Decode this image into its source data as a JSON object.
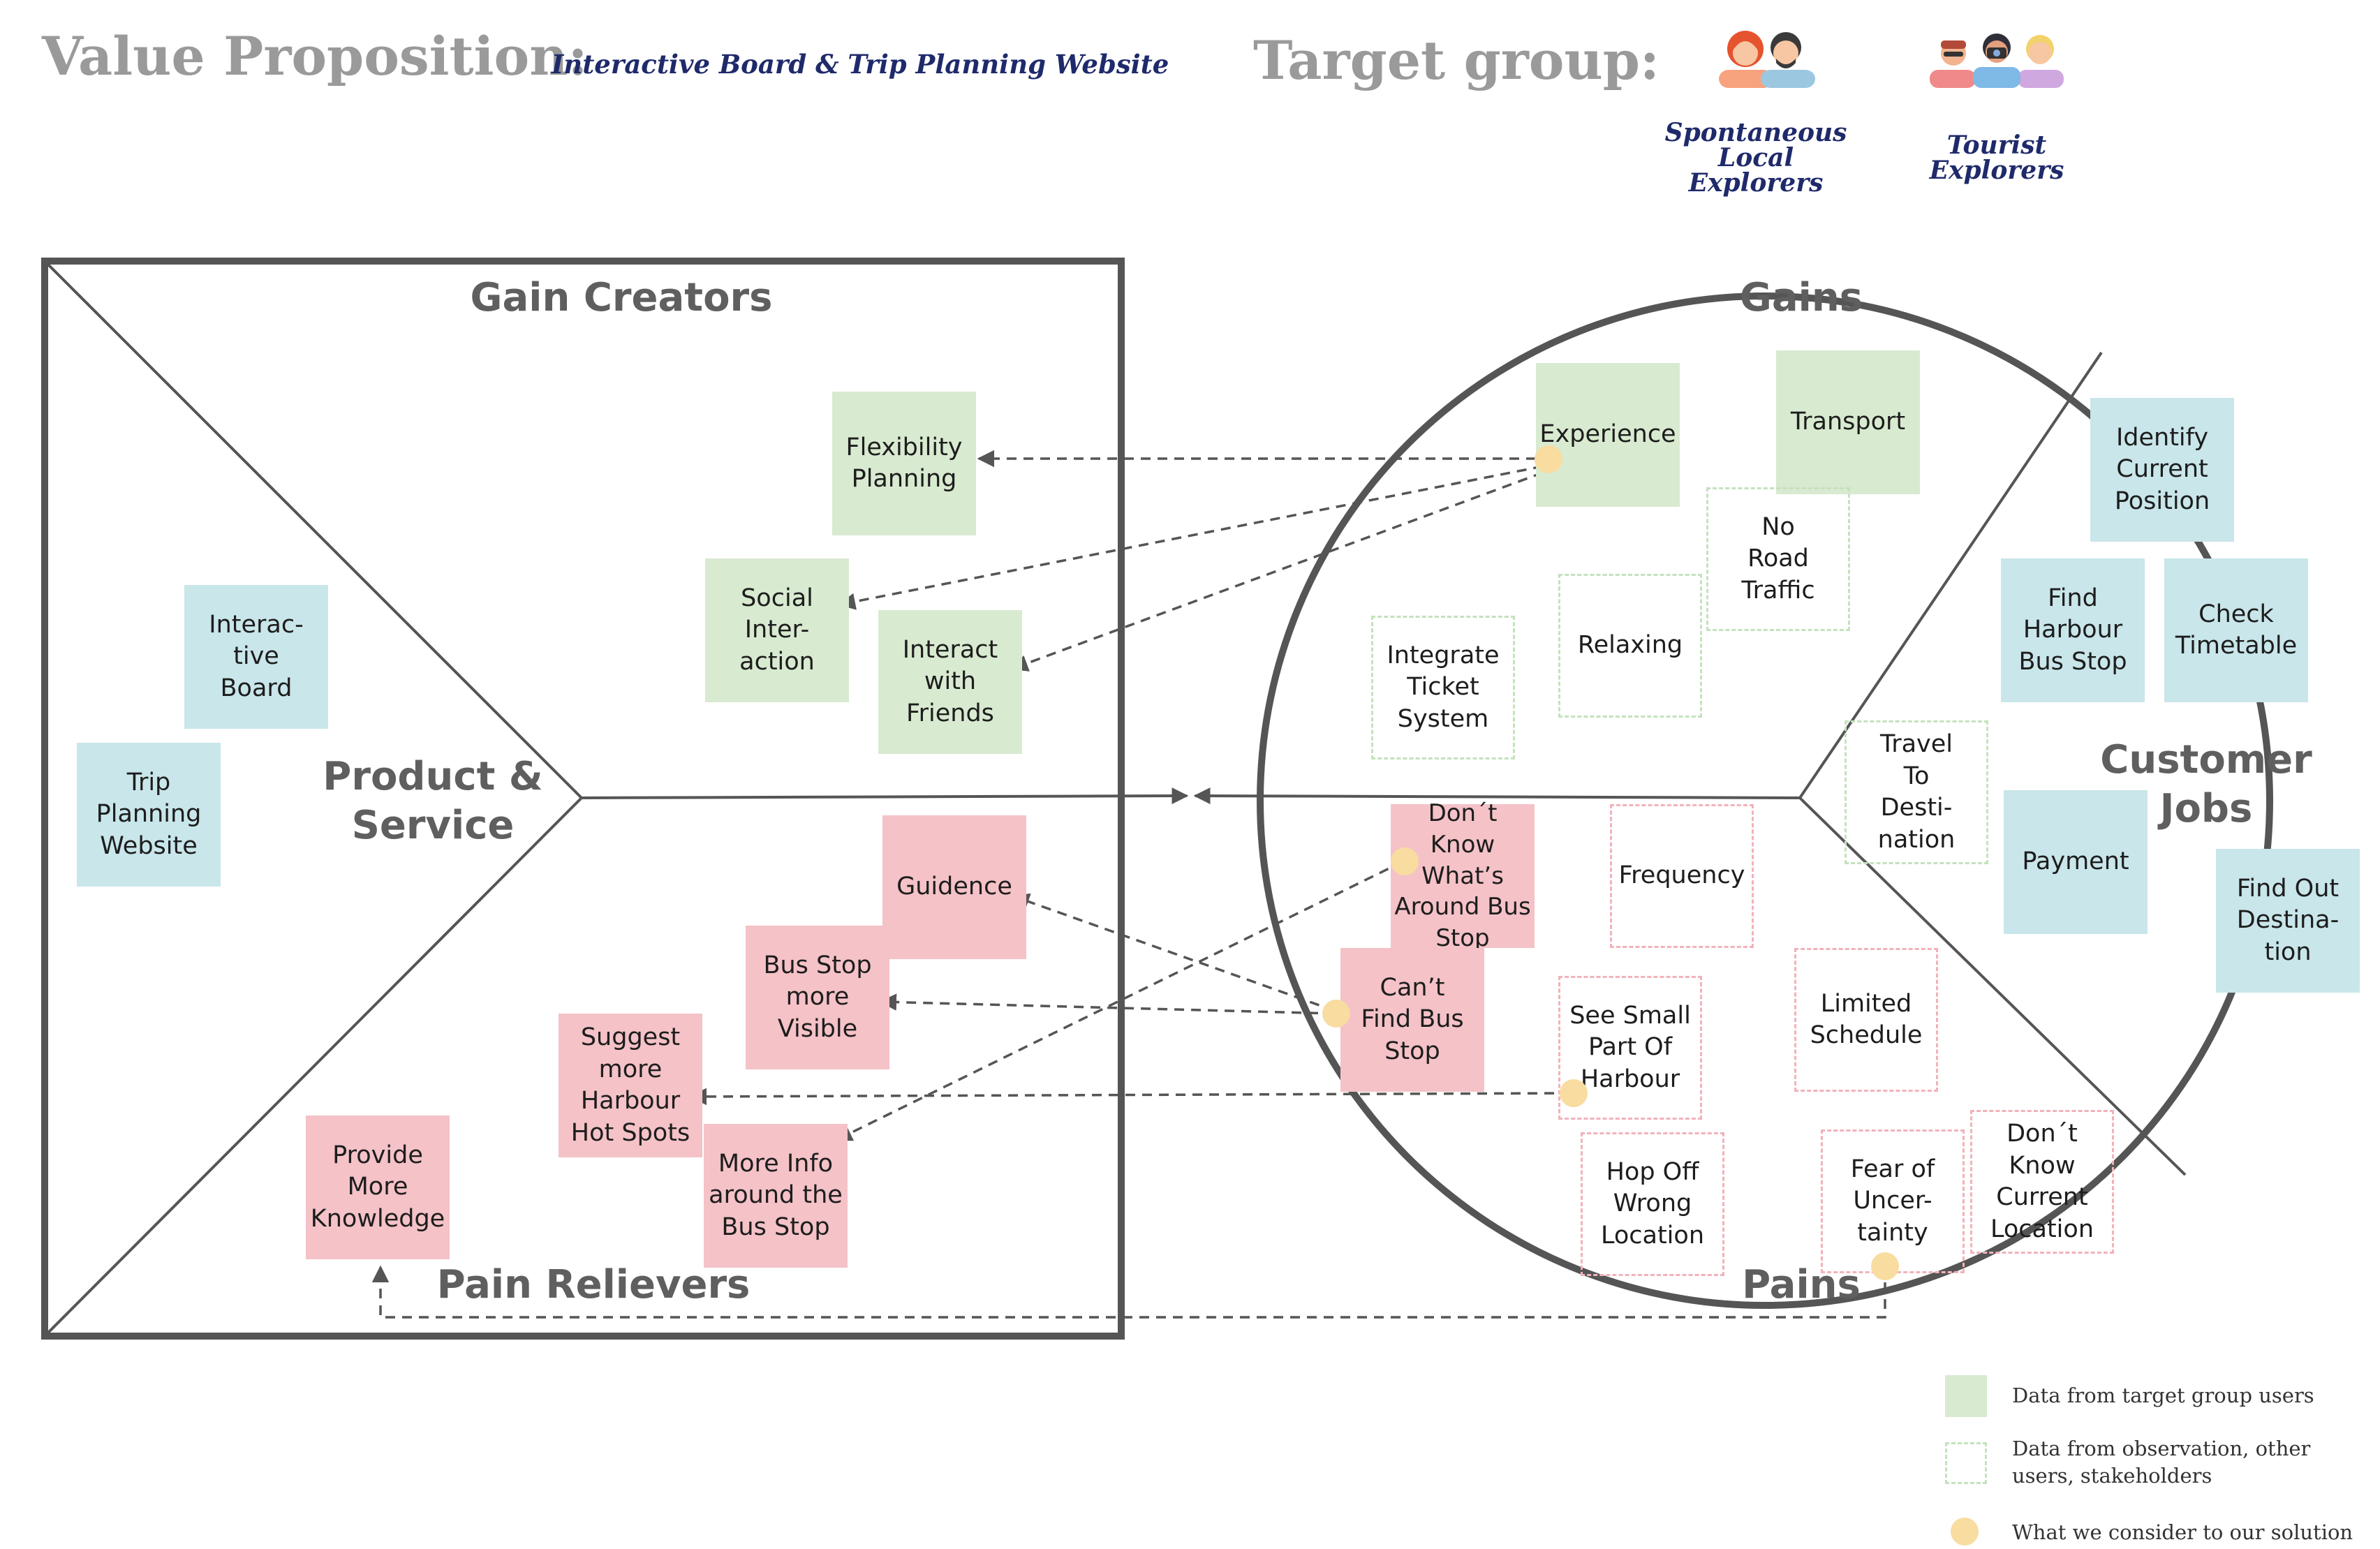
{
  "header": {
    "value_proposition_label": "Value Proposition:",
    "value_proposition_value": "Interactive Board & Trip Planning Website",
    "target_group_label": "Target group:"
  },
  "target_groups": [
    {
      "label": "Spontaneous\nLocal Explorers",
      "icon": "couple-avatar-icon"
    },
    {
      "label": "Tourist Explorers",
      "icon": "tourist-group-avatar-icon"
    }
  ],
  "sections": {
    "gain_creators": "Gain Creators",
    "product_service": "Product &\nService",
    "pain_relievers": "Pain Relievers",
    "gains": "Gains",
    "customer_jobs": "Customer\nJobs",
    "pains": "Pains"
  },
  "notes": {
    "flexibility_planning": "Flexibility\nPlanning",
    "social_interaction": "Social\nInter-\naction",
    "interact_friends": "Interact\nwith\nFriends",
    "interactive_board": "Interac-\ntive\nBoard",
    "trip_planning": "Trip\nPlanning\nWebsite",
    "guidence": "Guidence",
    "bus_stop_visible": "Bus Stop\nmore\nVisible",
    "suggest_harbour": "Suggest\nmore\nHarbour\nHot Spots",
    "more_info": "More Info\naround the\nBus Stop",
    "provide_knowledge": "Provide\nMore\nKnowledge",
    "experience": "Experience",
    "transport": "Transport",
    "no_road_traffic": "No\nRoad\nTraffic",
    "relaxing": "Relaxing",
    "integrate_ticket": "Integrate\nTicket\nSystem",
    "identify_position": "Identify\nCurrent\nPosition",
    "find_harbour": "Find\nHarbour\nBus Stop",
    "check_timetable": "Check\nTimetable",
    "travel_destination": "Travel\nTo\nDesti-\nnation",
    "payment": "Payment",
    "find_destination": "Find Out\nDestina-\ntion",
    "dont_know_bus": "Don´t\nKnow\nWhat’s\nAround Bus\nStop",
    "cant_find": "Can’t\nFind Bus\nStop",
    "frequency": "Frequency",
    "see_small": "See Small\nPart Of\nHarbour",
    "limited_schedule": "Limited\nSchedule",
    "hop_off": "Hop Off\nWrong\nLocation",
    "fear": "Fear of\nUncer-\ntainty",
    "dont_know_location": "Don´t\nKnow\nCurrent\nLocation"
  },
  "legend": {
    "target_users": "Data from target group users",
    "observation": "Data from observation, other\nusers, stakeholders",
    "solution": "What we consider to our solution"
  },
  "colors": {
    "green_note": "#d8ead0",
    "blue_note": "#c9e6ea",
    "pink_note": "#f4c2c7",
    "dot": "#f8dca0",
    "frame": "#555555",
    "title_blue": "#1f2a6b"
  }
}
